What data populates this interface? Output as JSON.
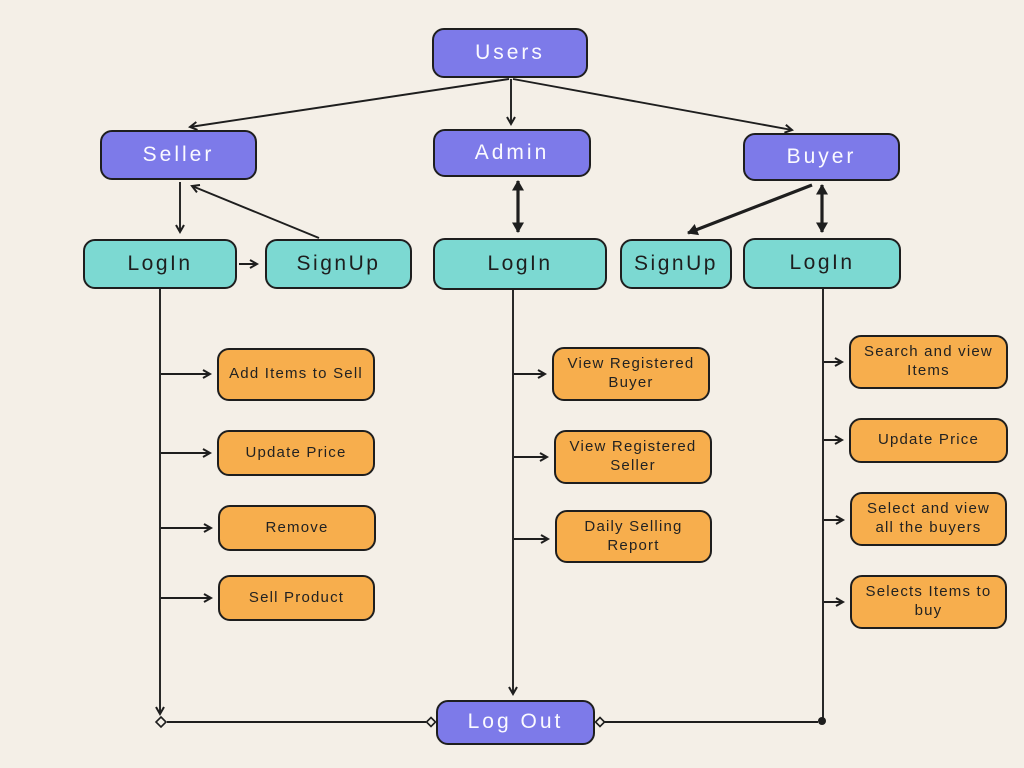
{
  "nodes": {
    "users": "Users",
    "seller": "Seller",
    "admin": "Admin",
    "buyer": "Buyer",
    "seller_login": "LogIn",
    "seller_signup": "SignUp",
    "admin_login": "LogIn",
    "buyer_signup": "SignUp",
    "buyer_login": "LogIn",
    "seller_actions": [
      "Add Items to Sell",
      "Update Price",
      "Remove",
      "Sell Product"
    ],
    "admin_actions": [
      "View Registered Buyer",
      "View Registered Seller",
      "Daily Selling Report"
    ],
    "buyer_actions": [
      "Search and view Items",
      "Update Price",
      "Select and view all the buyers",
      "Selects Items to buy"
    ],
    "logout": "Log Out"
  },
  "edges": [
    {
      "from": "users",
      "to": "seller",
      "style": "arrow"
    },
    {
      "from": "users",
      "to": "admin",
      "style": "arrow"
    },
    {
      "from": "users",
      "to": "buyer",
      "style": "arrow"
    },
    {
      "from": "seller",
      "to": "seller_login",
      "style": "arrow"
    },
    {
      "from": "seller_signup",
      "to": "seller",
      "style": "arrow"
    },
    {
      "from": "seller_login",
      "to": "seller_signup",
      "style": "arrow"
    },
    {
      "from": "admin",
      "to": "admin_login",
      "style": "double-arrow"
    },
    {
      "from": "buyer",
      "to": "buyer_signup",
      "style": "thick-arrow"
    },
    {
      "from": "buyer",
      "to": "buyer_login",
      "style": "double-arrow"
    },
    {
      "from": "seller_login",
      "to": "seller_actions",
      "style": "branch-arrows"
    },
    {
      "from": "admin_login",
      "to": "admin_actions",
      "style": "branch-arrows"
    },
    {
      "from": "buyer_login",
      "to": "buyer_actions",
      "style": "branch-arrows"
    },
    {
      "from": "seller_login",
      "to": "logout",
      "style": "line-diamond"
    },
    {
      "from": "admin_login",
      "to": "logout",
      "style": "arrow"
    },
    {
      "from": "buyer_login",
      "to": "logout",
      "style": "line-diamond"
    }
  ],
  "colors": {
    "background": "#f4efe7",
    "role_node": "#7d7ae9",
    "auth_node": "#7cd9d2",
    "action_node": "#f7ae4d",
    "edge": "#1e1e1e",
    "role_text": "#fbfaff",
    "dark_text": "#222222"
  }
}
